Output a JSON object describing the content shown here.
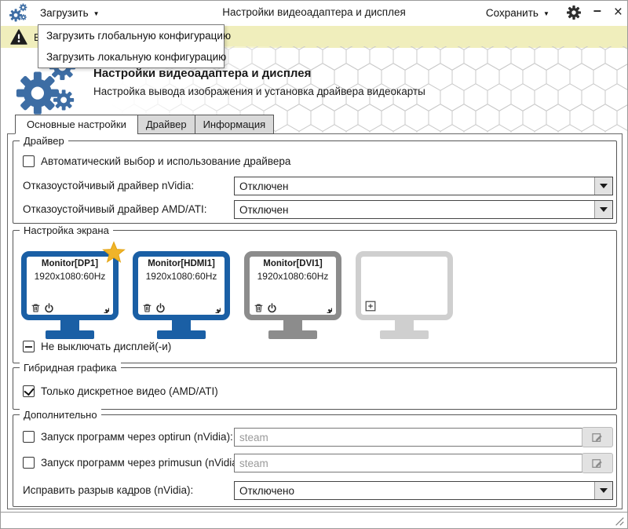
{
  "titlebar": {
    "title": "Настройки видеоадаптера и дисплея",
    "load_label": "Загрузить",
    "save_label": "Сохранить"
  },
  "icons": {
    "menu_arrow": "▼"
  },
  "load_menu": {
    "items": [
      "Загрузить глобальную конфигурацию",
      "Загрузить локальную конфигурацию"
    ]
  },
  "warning": {
    "visible_text": "В"
  },
  "header": {
    "title": "Настройки видеоадаптера и дисплея",
    "subtitle": "Настройка вывода изображения и установка драйвера видеокарты"
  },
  "tabs": [
    {
      "label": "Основные настройки",
      "active": true
    },
    {
      "label": "Драйвер",
      "active": false
    },
    {
      "label": "Информация",
      "active": false
    }
  ],
  "groups": {
    "driver": {
      "legend": "Драйвер",
      "auto_label": "Автоматический выбор и использование драйвера",
      "auto_checked": false,
      "nvidia_label": "Отказоустойчивый драйвер nVidia:",
      "nvidia_value": "Отключен",
      "amd_label": "Отказоустойчивый драйвер AMD/ATI:",
      "amd_value": "Отключен"
    },
    "screen": {
      "legend": "Настройка экрана",
      "monitors": [
        {
          "name": "Monitor[DP1]",
          "resolution": "1920x1080:60Hz",
          "primary": true,
          "state": "active-blue"
        },
        {
          "name": "Monitor[HDMI1]",
          "resolution": "1920x1080:60Hz",
          "primary": false,
          "state": "active-blue"
        },
        {
          "name": "Monitor[DVI1]",
          "resolution": "1920x1080:60Hz",
          "primary": false,
          "state": "connected-gray"
        },
        {
          "name": "",
          "resolution": "",
          "primary": false,
          "state": "empty-add-slot"
        }
      ],
      "keep_label": "Не выключать дисплей(-и)",
      "keep_state": "indeterminate"
    },
    "hybrid": {
      "legend": "Гибридная графика",
      "discrete_label": "Только дискретное видео (AMD/ATI)",
      "discrete_checked": true
    },
    "extra": {
      "legend": "Дополнительно",
      "optirun_label": "Запуск программ через optirun (nVidia):",
      "optirun_placeholder": "steam",
      "optirun_checked": false,
      "primusun_label": "Запуск программ через primusun (nVidia):",
      "primusun_placeholder": "steam",
      "primusun_checked": false,
      "tearing_label": "Исправить разрыв кадров (nVidia):",
      "tearing_value": "Отключено"
    }
  },
  "colors": {
    "accent_blue": "#1a5fa5",
    "monitor_gray": "#8c8c8c",
    "monitor_ghost": "#cfcfcf",
    "warning_bg": "#f0eebc",
    "star_gold": "#f0b429"
  }
}
